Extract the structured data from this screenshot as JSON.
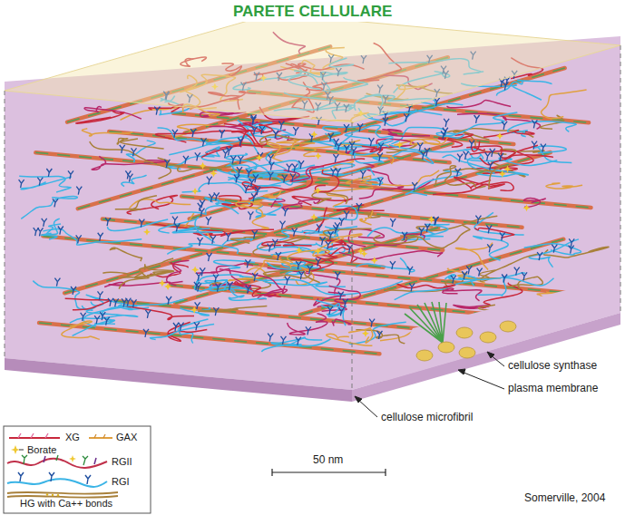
{
  "diagram": {
    "title": "PARETE CELLULARE",
    "labels": [
      "cellulose synthase",
      "plasma membrane",
      "cellulose microfibril",
      "50 nm",
      "Somerville, 2004"
    ],
    "legend": [
      {
        "text": "XG"
      },
      {
        "text": "GAX"
      },
      {
        "text": "Borate"
      },
      {
        "text": "RGII"
      },
      {
        "text": "RGI"
      },
      {
        "text": "HG with Ca++ bonds"
      }
    ]
  }
}
